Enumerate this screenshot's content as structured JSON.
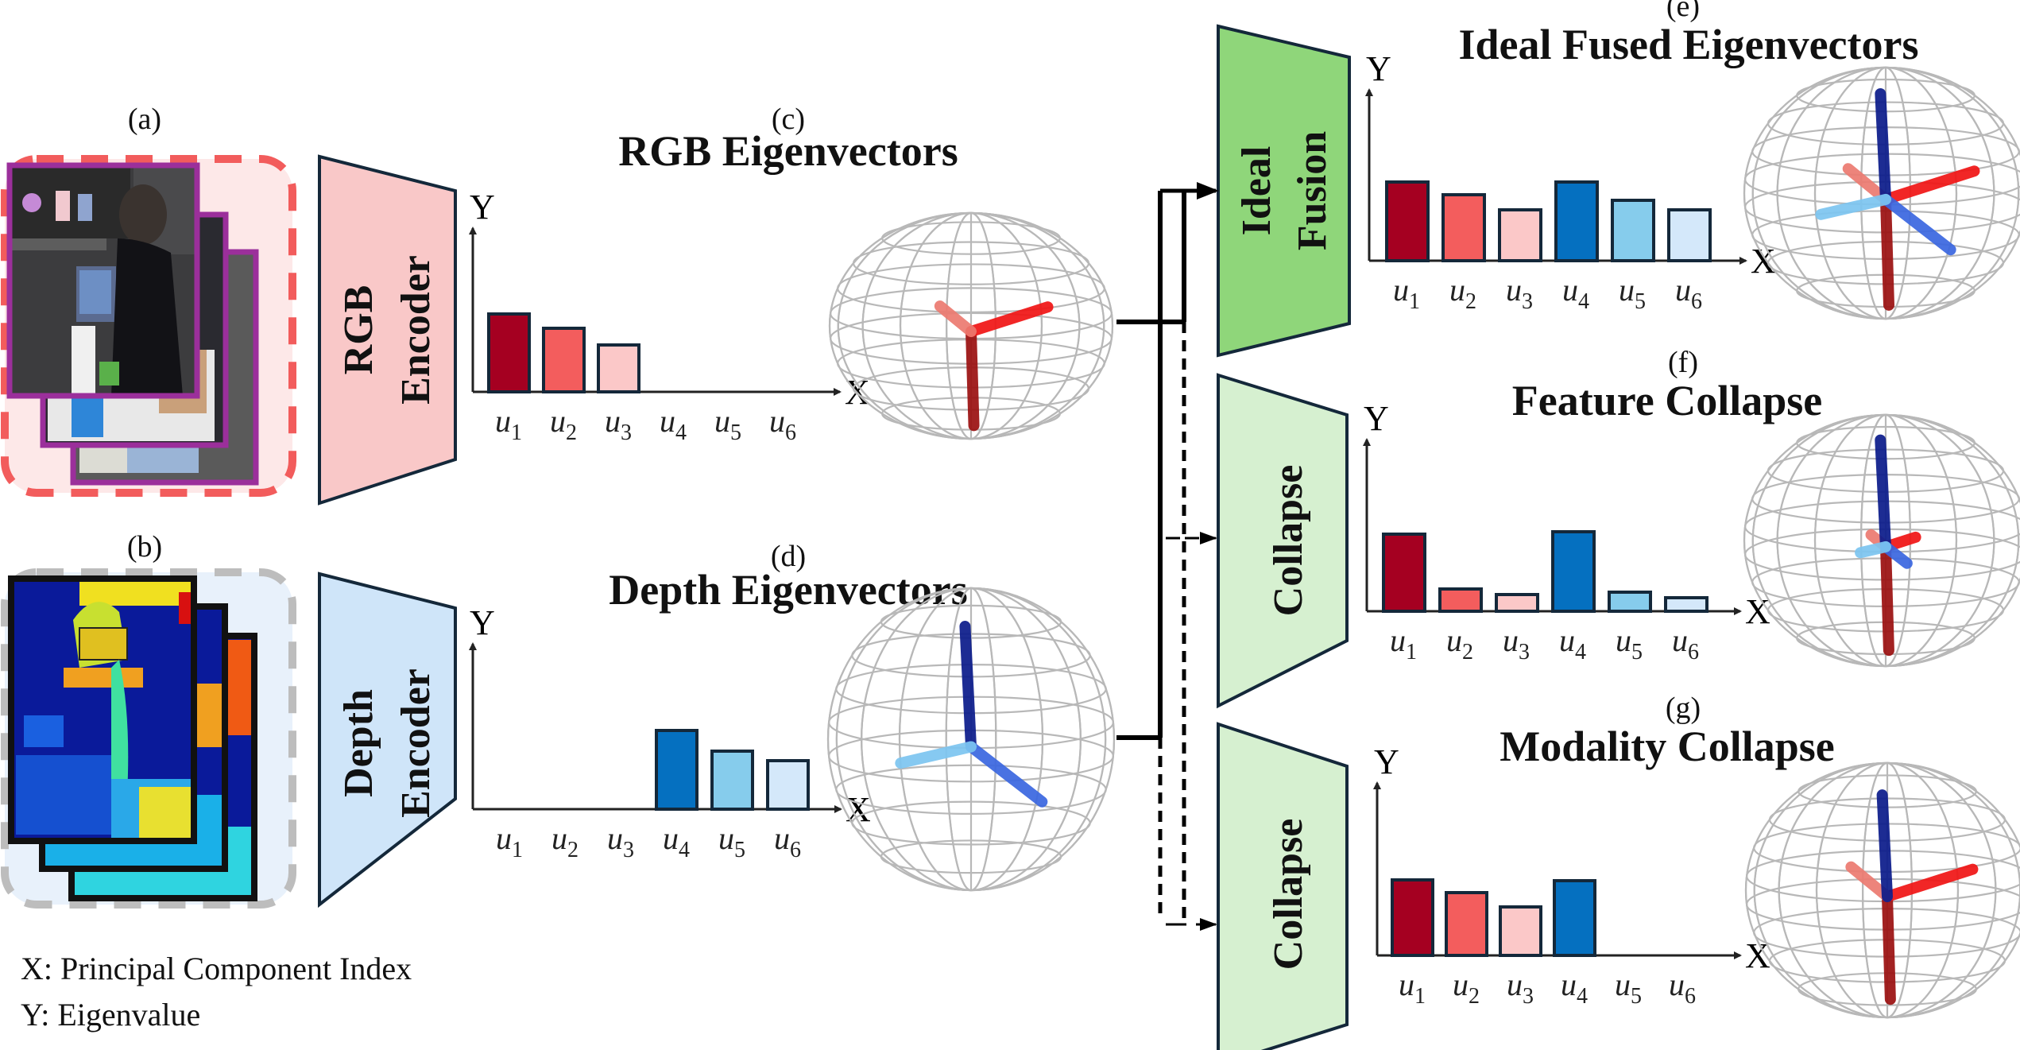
{
  "inputs": {
    "rgb": {
      "label": "(a)",
      "frame_border": "#9b2f9b",
      "box_border": "#f25c5c",
      "box_fill": "#fde8e8"
    },
    "depth": {
      "label": "(b)",
      "frame_border": "#111111",
      "box_border": "#bdbdbd",
      "box_fill": "#e8f1fb"
    }
  },
  "encoders": {
    "rgb": {
      "lines": [
        "RGB",
        "Encoder"
      ],
      "fill": "#f9c8c8"
    },
    "depth": {
      "lines": [
        "Depth",
        "Encoder"
      ],
      "fill": "#cfe5f9"
    },
    "ideal": {
      "lines": [
        "Ideal",
        "Fusion"
      ],
      "fill": "#8fd67a"
    },
    "collapse1": {
      "lines": [
        "Collapse"
      ],
      "fill": "#d6f0d0"
    },
    "collapse2": {
      "lines": [
        "Collapse"
      ],
      "fill": "#d6f0d0"
    }
  },
  "colors": {
    "u1": "#a50021",
    "u2": "#f35d5d",
    "u3": "#fbc8c8",
    "u4": "#0570c0",
    "u5": "#86ccec",
    "u6": "#d4e8fa",
    "bar_edge": "#14283a",
    "vec_red_dark": "#9a0f0f",
    "vec_red": "#f01414",
    "vec_red_light": "#ec7a70",
    "vec_blue_dark": "#0a1a8a",
    "vec_blue": "#3a66e0",
    "vec_blue_light": "#7cc4f0"
  },
  "legend": {
    "x": "X: Principal Component Index",
    "y": "Y: Eigenvalue"
  },
  "axis": {
    "x_label": "X",
    "y_label": "Y"
  },
  "chart_data": [
    {
      "id": "c",
      "type": "bar",
      "panel_label": "(c)",
      "title": "RGB Eigenvectors",
      "xlabel": "X",
      "ylabel": "Y",
      "categories": [
        "u1",
        "u2",
        "u3",
        "u4",
        "u5",
        "u6"
      ],
      "values": [
        0.98,
        0.8,
        0.59,
        0,
        0,
        0
      ],
      "ylim": [
        0,
        1.9
      ],
      "vectors": [
        "u1",
        "u2",
        "u3"
      ]
    },
    {
      "id": "d",
      "type": "bar",
      "panel_label": "(d)",
      "title": "Depth Eigenvectors",
      "xlabel": "X",
      "ylabel": "Y",
      "categories": [
        "u1",
        "u2",
        "u3",
        "u4",
        "u5",
        "u6"
      ],
      "values": [
        0,
        0,
        0,
        0.99,
        0.73,
        0.61
      ],
      "ylim": [
        0,
        1.9
      ],
      "vectors": [
        "u4",
        "u5",
        "u6"
      ]
    },
    {
      "id": "e",
      "type": "bar",
      "panel_label": "(e)",
      "title": "Ideal Fused Eigenvectors",
      "xlabel": "X",
      "ylabel": "Y",
      "categories": [
        "u1",
        "u2",
        "u3",
        "u4",
        "u5",
        "u6"
      ],
      "values": [
        0.99,
        0.83,
        0.64,
        0.99,
        0.76,
        0.64
      ],
      "ylim": [
        0,
        1.9
      ],
      "vectors": [
        "u1",
        "u2",
        "u3",
        "u4",
        "u5",
        "u6"
      ]
    },
    {
      "id": "f",
      "type": "bar",
      "panel_label": "(f)",
      "title": "Feature Collapse",
      "xlabel": "X",
      "ylabel": "Y",
      "categories": [
        "u1",
        "u2",
        "u3",
        "u4",
        "u5",
        "u6"
      ],
      "values": [
        0.97,
        0.28,
        0.21,
        1.0,
        0.24,
        0.17
      ],
      "ylim": [
        0,
        1.9
      ],
      "vectors": [
        "u1",
        "u2",
        "u3",
        "u4",
        "u5",
        "u6"
      ]
    },
    {
      "id": "g",
      "type": "bar",
      "panel_label": "(g)",
      "title": "Modality Collapse",
      "xlabel": "X",
      "ylabel": "Y",
      "categories": [
        "u1",
        "u2",
        "u3",
        "u4",
        "u5",
        "u6"
      ],
      "values": [
        0.95,
        0.79,
        0.61,
        0.94,
        0,
        0
      ],
      "ylim": [
        0,
        1.9
      ],
      "vectors": [
        "u1",
        "u2",
        "u3",
        "u4"
      ]
    }
  ]
}
